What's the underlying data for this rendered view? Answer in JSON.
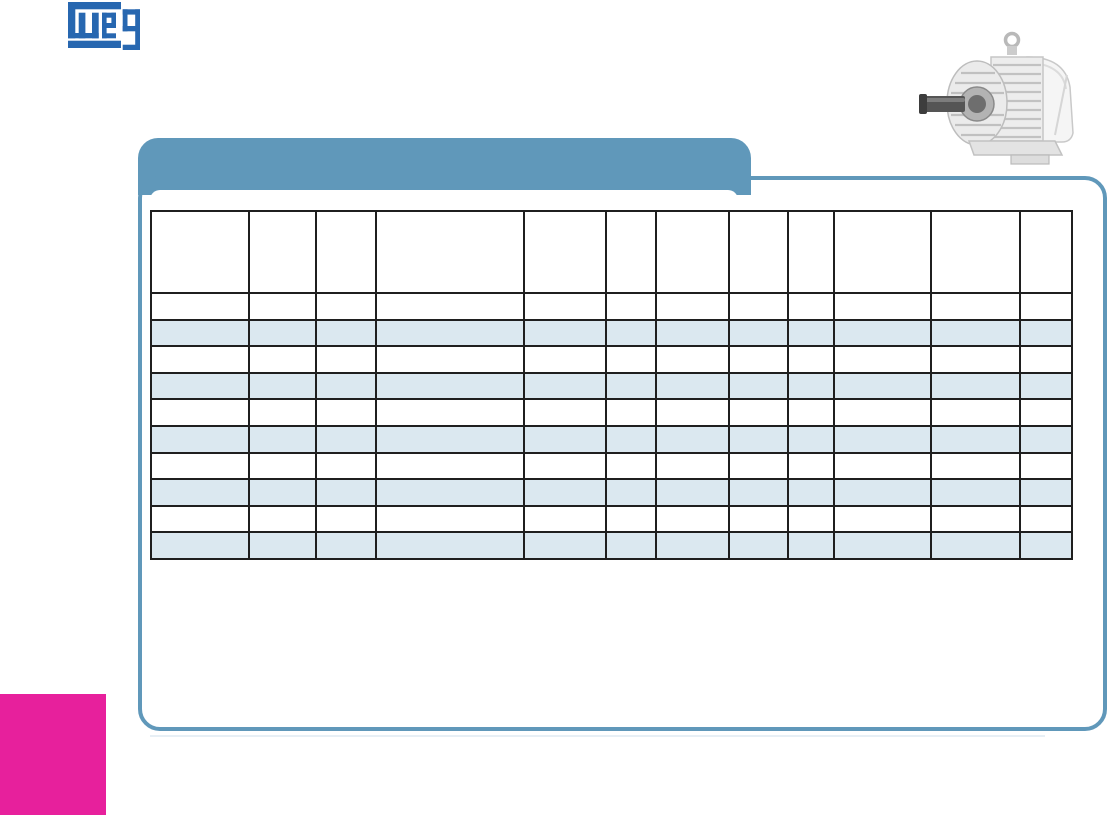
{
  "document": {
    "type": "weg-catalog-page",
    "background_color": "#ffffff"
  },
  "branding": {
    "logo_text": "weg",
    "logo_color": "#2767b0"
  },
  "header_tab": {
    "label": "",
    "color": "#6098ba"
  },
  "panel": {
    "border_color": "#6098ba",
    "background_color": "#ffffff",
    "shadow_line_color": "#e7eff5"
  },
  "images": {
    "motor": "electric-motor-photo"
  },
  "table": {
    "border_color": "#1f1f1f",
    "alt_row_color": "#dbe8f0",
    "column_count": 12,
    "columns": [
      "",
      "",
      "",
      "",
      "",
      "",
      "",
      "",
      "",
      "",
      "",
      ""
    ],
    "rows": [
      [
        "",
        "",
        "",
        "",
        "",
        "",
        "",
        "",
        "",
        "",
        "",
        ""
      ],
      [
        "",
        "",
        "",
        "",
        "",
        "",
        "",
        "",
        "",
        "",
        "",
        ""
      ],
      [
        "",
        "",
        "",
        "",
        "",
        "",
        "",
        "",
        "",
        "",
        "",
        ""
      ],
      [
        "",
        "",
        "",
        "",
        "",
        "",
        "",
        "",
        "",
        "",
        "",
        ""
      ],
      [
        "",
        "",
        "",
        "",
        "",
        "",
        "",
        "",
        "",
        "",
        "",
        ""
      ],
      [
        "",
        "",
        "",
        "",
        "",
        "",
        "",
        "",
        "",
        "",
        "",
        ""
      ],
      [
        "",
        "",
        "",
        "",
        "",
        "",
        "",
        "",
        "",
        "",
        "",
        ""
      ],
      [
        "",
        "",
        "",
        "",
        "",
        "",
        "",
        "",
        "",
        "",
        "",
        ""
      ],
      [
        "",
        "",
        "",
        "",
        "",
        "",
        "",
        "",
        "",
        "",
        "",
        ""
      ],
      [
        "",
        "",
        "",
        "",
        "",
        "",
        "",
        "",
        "",
        "",
        "",
        ""
      ]
    ]
  },
  "footer": {
    "corner_block_color": "#e7209c"
  }
}
